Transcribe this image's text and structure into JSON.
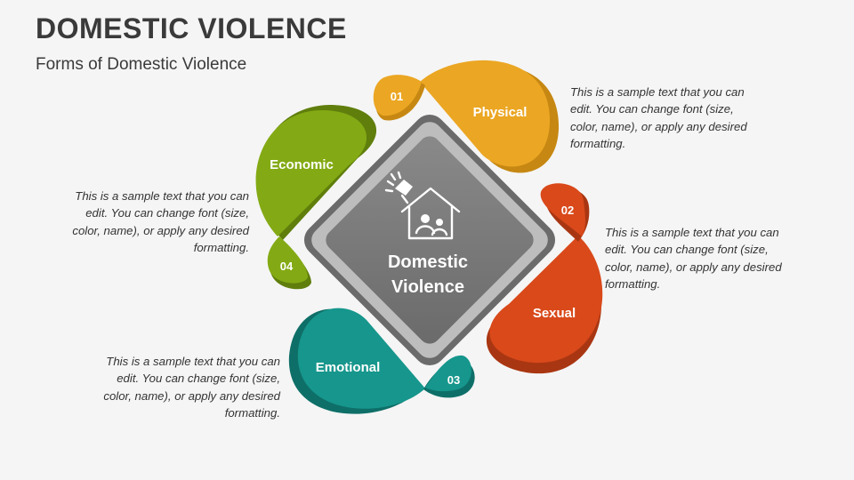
{
  "title": "DOMESTIC VIOLENCE",
  "subtitle": "Forms of Domestic Violence",
  "center": {
    "line1": "Domestic",
    "line2": "Violence",
    "icon": "house-family-icon"
  },
  "items": [
    {
      "num": "01",
      "label": "Physical",
      "color": "#EBA623",
      "shadow": "#C68812",
      "text": "This is a sample text that you can edit. You can change font (size, color, name), or apply any desired formatting."
    },
    {
      "num": "02",
      "label": "Sexual",
      "color": "#D9491A",
      "shadow": "#A93612",
      "text": "This is a sample text that you can edit. You can change font (size, color, name), or apply any desired formatting."
    },
    {
      "num": "03",
      "label": "Emotional",
      "color": "#16968C",
      "shadow": "#0E6F68",
      "text": "This is a sample text that you can edit. You can change font (size, color, name), or apply any desired formatting."
    },
    {
      "num": "04",
      "label": "Economic",
      "color": "#83AA14",
      "shadow": "#5F7E0C",
      "text": "This is a sample text that you can edit. You can change font (size, color, name), or apply any desired formatting."
    }
  ]
}
